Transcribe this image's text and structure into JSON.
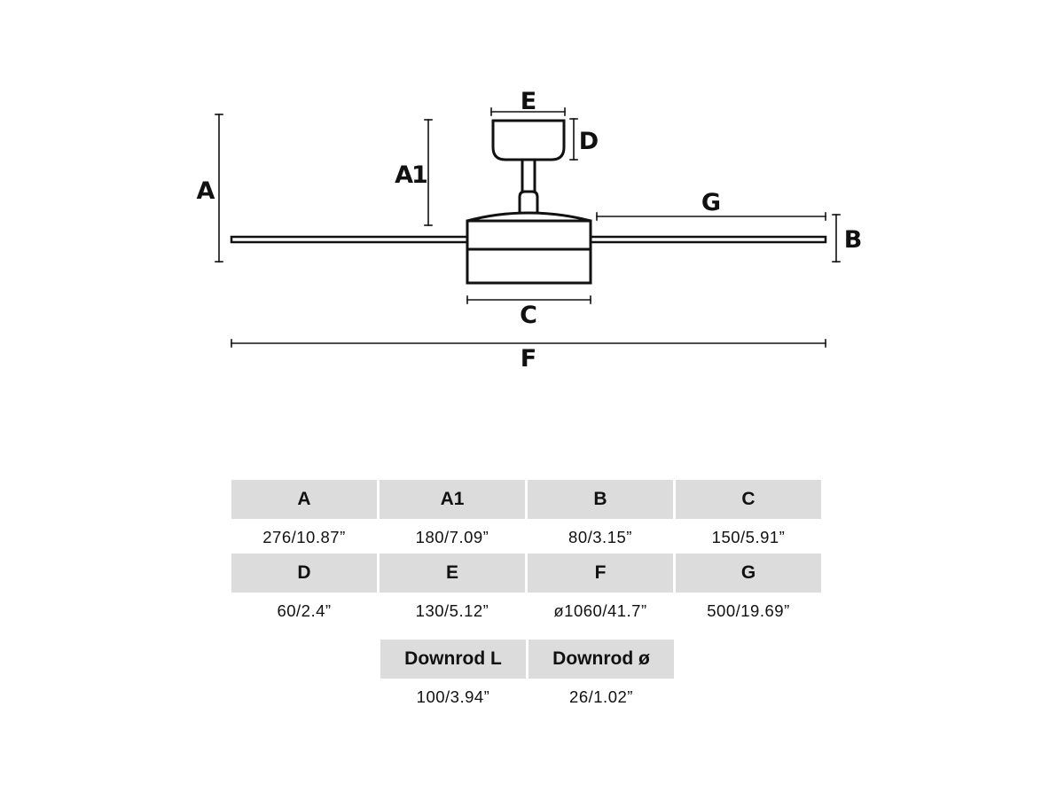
{
  "diagram": {
    "title": "Ceiling fan dimensions",
    "labels": {
      "A": "A",
      "A1": "A1",
      "B": "B",
      "C": "C",
      "D": "D",
      "E": "E",
      "F": "F",
      "G": "G"
    }
  },
  "dimensions_table": {
    "rows": [
      [
        {
          "header": "A",
          "value": "276/10.87”"
        },
        {
          "header": "A1",
          "value": "180/7.09”"
        },
        {
          "header": "B",
          "value": "80/3.15”"
        },
        {
          "header": "C",
          "value": "150/5.91”"
        }
      ],
      [
        {
          "header": "D",
          "value": "60/2.4”"
        },
        {
          "header": "E",
          "value": "130/5.12”"
        },
        {
          "header": "F",
          "value": "ø1060/41.7”"
        },
        {
          "header": "G",
          "value": "500/19.69”"
        }
      ],
      [
        {
          "header": "Downrod L",
          "value": "100/3.94”"
        },
        {
          "header": "Downrod ø",
          "value": "26/1.02”"
        }
      ]
    ]
  },
  "colors": {
    "line": "#111111",
    "header_bg": "#dcdcdc",
    "background": "#ffffff"
  }
}
